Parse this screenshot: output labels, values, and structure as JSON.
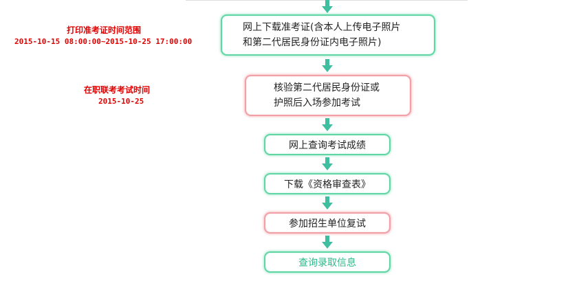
{
  "print_ticket": {
    "title": "打印准考证时间范围",
    "range": "2015-10-15 08:00:00~2015-10-25 17:00:00"
  },
  "exam_time": {
    "title": "在职联考考试时间",
    "date": "2015-10-25"
  },
  "steps": [
    {
      "lines": [
        "网上下载准考证(含本人上传电子照片",
        "和第二代居民身份证内电子照片)"
      ],
      "style": "green"
    },
    {
      "lines": [
        "核验第二代居民身份证或",
        "护照后入场参加考试"
      ],
      "style": "red"
    },
    {
      "label": "网上查询考试成绩",
      "style": "green"
    },
    {
      "label": "下载《资格审查表》",
      "style": "green"
    },
    {
      "label": "参加招生单位复试",
      "style": "red"
    },
    {
      "label": "查询录取信息",
      "style": "green"
    }
  ],
  "colors": {
    "green_border": "#5fd6a4",
    "red_border": "#f2a0a6",
    "annotation_red": "#e00000",
    "arrow_teal": "#3fbfa0",
    "final_text": "#2bb98a"
  }
}
